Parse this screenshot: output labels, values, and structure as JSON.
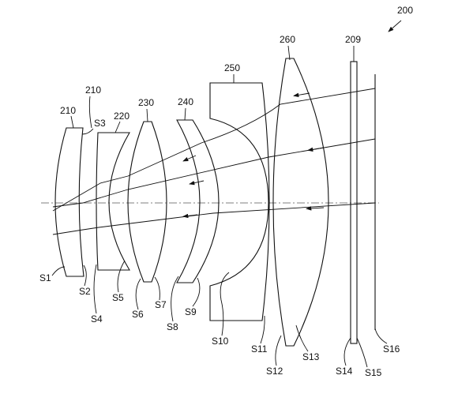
{
  "figure_ref": "200",
  "labels": {
    "lens1": "210",
    "lens1_leader": "210",
    "lens2": "220",
    "lens3": "230",
    "lens4": "240",
    "lens5": "250",
    "lens6": "260",
    "filter": "209"
  },
  "surfaces": [
    "S1",
    "S2",
    "S3",
    "S4",
    "S5",
    "S6",
    "S7",
    "S8",
    "S9",
    "S10",
    "S11",
    "S12",
    "S13",
    "S14",
    "S15",
    "S16"
  ]
}
